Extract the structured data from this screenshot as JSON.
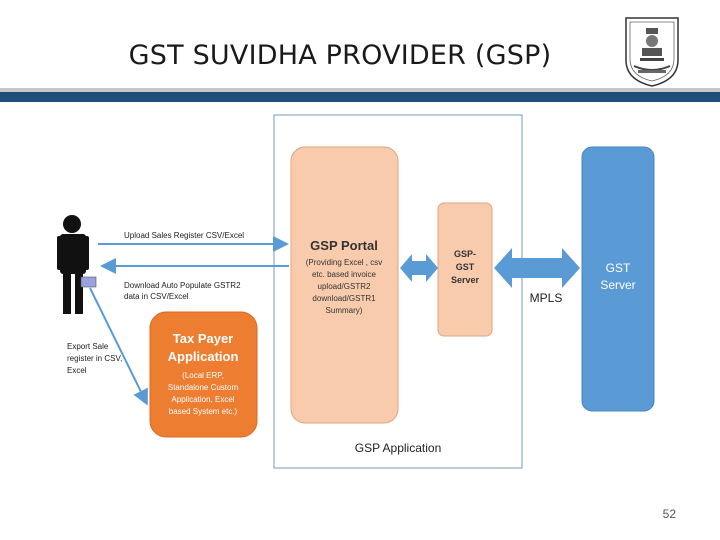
{
  "slide": {
    "title": "GST SUVIDHA PROVIDER (GSP)",
    "page_number": "52"
  },
  "diagram": {
    "container_label": "GSP Application",
    "gsp_portal": {
      "title": "GSP Portal",
      "lines": [
        "(Providing Excel , csv",
        "etc. based invoice",
        "upload/GSTR2",
        "download/GSTR1",
        "Summary)"
      ]
    },
    "gsp_gst_server": {
      "lines": [
        "GSP-",
        "GST",
        "Server"
      ]
    },
    "gst_server": {
      "lines": [
        "GST",
        "Server"
      ]
    },
    "mpls_label": "MPLS",
    "tax_payer_app": {
      "title_lines": [
        "Tax Payer",
        "Application"
      ],
      "detail_lines": [
        "(Local ERP,",
        "Standalone Custom",
        "Application, Excel",
        "based System etc.)"
      ]
    },
    "upload_label": "Upload Sales Register CSV/Excel",
    "download_label_lines": [
      "Download Auto Populate GSTR2",
      "data in CSV/Excel"
    ],
    "export_label_lines": [
      "Export Sale",
      "register in CSV,",
      "Excel"
    ]
  },
  "colors": {
    "portal_fill": "#f8cbad",
    "gst_server_fill": "#5b9bd5",
    "tax_payer_fill": "#ed7d31",
    "arrow": "#5b9bd5",
    "header_band": "#1f4e79"
  }
}
